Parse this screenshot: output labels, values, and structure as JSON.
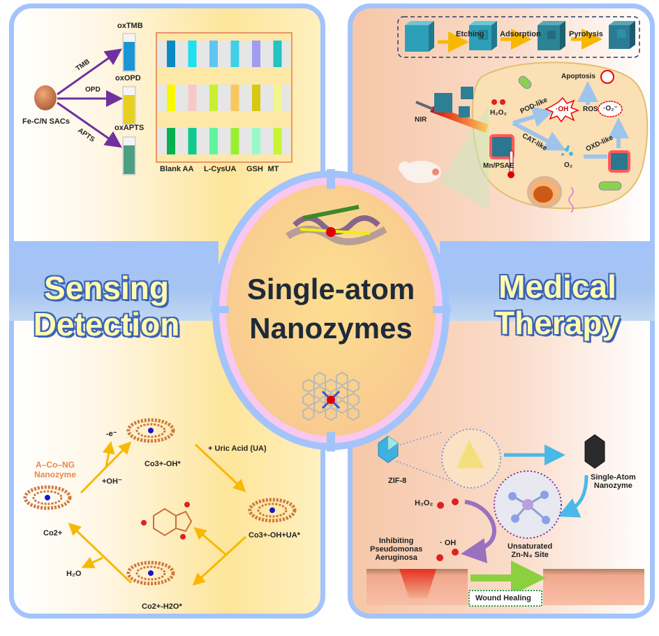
{
  "title": {
    "line1": "Single-atom",
    "line2": "Nanozymes"
  },
  "left_band": {
    "line1": "Sensing",
    "line2": "Detection"
  },
  "right_band": {
    "line1": "Medical",
    "line2": "Therapy"
  },
  "sensing_top": {
    "catalyst": "Fe-C/N SACs",
    "substrates": [
      "TMB",
      "OPD",
      "APTS"
    ],
    "products": [
      "oxTMB",
      "oxOPD",
      "oxAPTS"
    ],
    "strip_labels": [
      "Blank",
      "AA",
      "L-Cys",
      "UA",
      "GSH",
      "MT"
    ],
    "strip_colors": [
      [
        "#0a8ac4",
        "#1ee0ee",
        "#5ec6f0",
        "#3fd0e8",
        "#9f9cf2",
        "#23c4c0"
      ],
      [
        "#f8f800",
        "#f8c8c8",
        "#c8f030",
        "#f8c860",
        "#d8c810",
        "#f4f490"
      ],
      [
        "#08b050",
        "#10c890",
        "#60f4a0",
        "#98f030",
        "#98f8c8",
        "#c8f430"
      ]
    ],
    "vial_colors": [
      "#1a96d4",
      "#e8d020",
      "#4aa080"
    ]
  },
  "sensing_bottom": {
    "nanozyme_name_line1": "A–Co–NG",
    "nanozyme_name_line2": "Nanozyme",
    "states": [
      "Co2+",
      "Co3+-OH*",
      "Co3+-OH+UA*",
      "Co2+-H2O*"
    ],
    "minus_e": "-e⁻",
    "plus_oh": "+OH⁻",
    "plus_ua": "+ Uric Acid (UA)",
    "water": "H₂O"
  },
  "therapy_top": {
    "steps": [
      "Etching",
      "Adsorption",
      "Pyrolysis"
    ],
    "nir": "NIR",
    "material": "Mn/PSAE",
    "h2o2": "H₂O₂",
    "pod": "POD-like",
    "cat": "CAT-like",
    "oxd": "OXD-like",
    "oh": "·OH",
    "ros": "ROS",
    "o2_radical": "·O₂⁻",
    "o2": "O₂",
    "apoptosis": "Apoptosis"
  },
  "therapy_bottom": {
    "zif": "ZIF-8",
    "san_line1": "Single-Atom",
    "san_line2": "Nanozyme",
    "site_line1": "Unsaturated",
    "site_line2": "Zn-N₄ Site",
    "h2o2": "H₂O₂",
    "oh": "· OH",
    "inhibit_line1": "Inhibiting",
    "inhibit_line2": "Pseudomonas",
    "inhibit_line3": "Aeruginosa",
    "wound": "Wound Healing"
  }
}
